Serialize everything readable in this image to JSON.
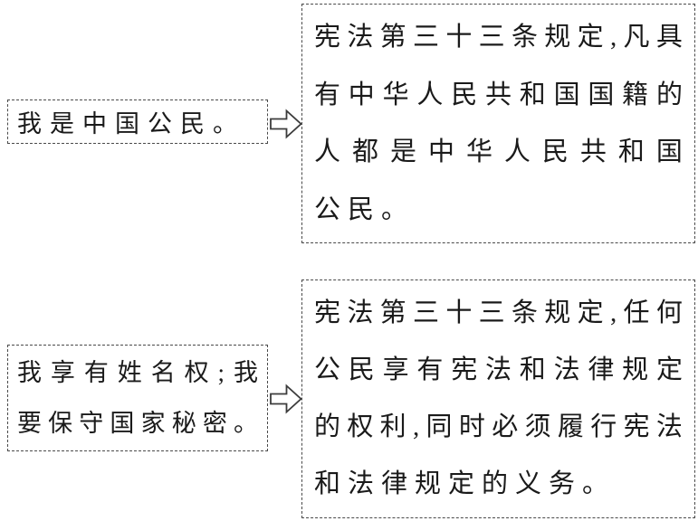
{
  "page": {
    "background": "#ffffff",
    "text_color": "#1a1a1a",
    "border_color": "#4a4a4a"
  },
  "icons": {
    "arrow_right": "⇨"
  },
  "rows": [
    {
      "statement": {
        "lines": [
          "我是中国公民。"
        ]
      },
      "explanation": {
        "lines": [
          "宪法第三十三条规定,凡具",
          "有中华人民共和国国籍的",
          "人都是中华人民共和国",
          "公民。"
        ]
      }
    },
    {
      "statement": {
        "lines": [
          "我享有姓名权;我",
          "要保守国家秘密。"
        ]
      },
      "explanation": {
        "lines": [
          "宪法第三十三条规定,任何",
          "公民享有宪法和法律规定",
          "的权利,同时必须履行宪法",
          "和法律规定的义务。"
        ]
      }
    }
  ]
}
